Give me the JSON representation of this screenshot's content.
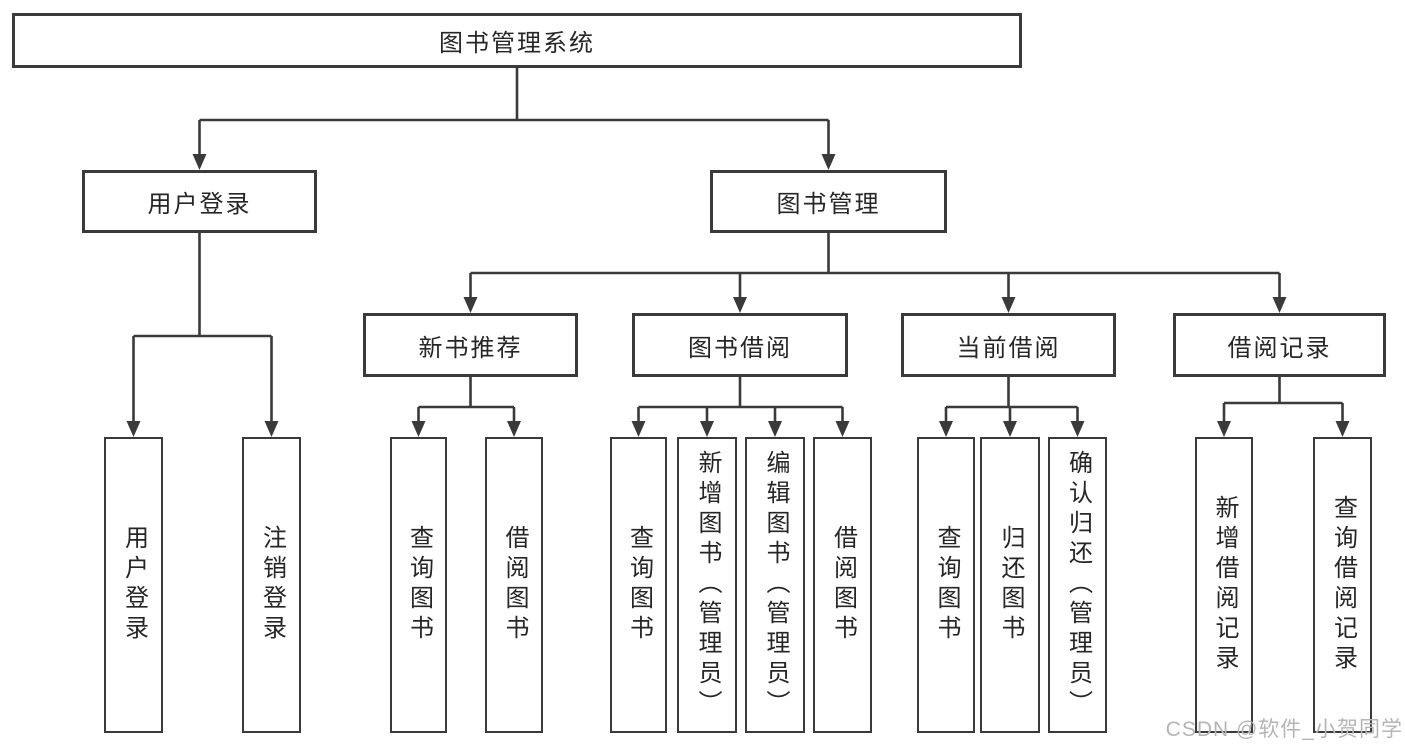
{
  "tree": {
    "root": {
      "label": "图书管理系统"
    },
    "modules": [
      {
        "label": "用户登录",
        "children": [
          {
            "label": "用户登录"
          },
          {
            "label": "注销登录"
          }
        ]
      },
      {
        "label": "图书管理",
        "children": [
          {
            "label": "新书推荐",
            "children": [
              {
                "label": "查询图书"
              },
              {
                "label": "借阅图书"
              }
            ]
          },
          {
            "label": "图书借阅",
            "children": [
              {
                "label": "查询图书"
              },
              {
                "label": "新增图书（管理员）"
              },
              {
                "label": "编辑图书（管理员）"
              },
              {
                "label": "借阅图书"
              }
            ]
          },
          {
            "label": "当前借阅",
            "children": [
              {
                "label": "查询图书"
              },
              {
                "label": "归还图书"
              },
              {
                "label": "确认归还（管理员）"
              }
            ]
          },
          {
            "label": "借阅记录",
            "children": [
              {
                "label": "新增借阅记录"
              },
              {
                "label": "查询借阅记录"
              }
            ]
          }
        ]
      }
    ]
  },
  "watermark": {
    "text": "CSDN @软件_小贺同学"
  },
  "colors": {
    "line": "#3a3a3a",
    "text": "#262626",
    "watermark": "#b5b5b5",
    "background": "#ffffff"
  }
}
